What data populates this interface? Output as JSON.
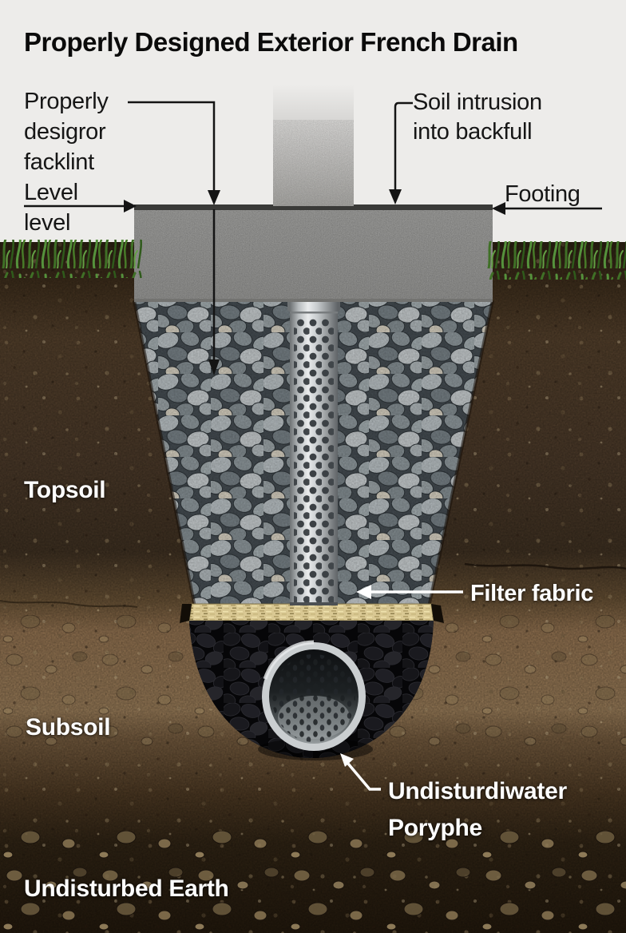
{
  "title": "Properly Designed Exterior French Drain",
  "annotations": {
    "left_note": {
      "lines": [
        "Properly",
        "desigror",
        "facklint",
        "Level",
        "level"
      ]
    },
    "soil_intrusion": {
      "lines": [
        "Soil intrusion",
        "into backfull"
      ]
    },
    "footing": "Footing",
    "filter_fabric": "Filter fabric",
    "pipe_note": {
      "lines": [
        "Undisturdiwater",
        "Poryphe"
      ]
    }
  },
  "layers": {
    "topsoil": "Topsoil",
    "subsoil": "Subsoil",
    "undisturbed_earth": "Undisturbed Earth"
  },
  "icons": {
    "left_note_pointer": "arrow-down",
    "level_pointer": "arrow-right",
    "crack_pointer": "arrow-down",
    "soil_intrusion_pointer": "arrow-down",
    "footing_pointer": "arrow-left",
    "filter_fabric_pointer": "arrow-left",
    "pipe_note_pointer": "arrow-up-left"
  },
  "colors": {
    "sky_background": "#edecea",
    "label_dark": "#161616",
    "label_light": "#ffffff",
    "concrete_gray": "#9c9c9a",
    "footing_top_strip": "#3a3a38",
    "gravel_gray": "#8d9598",
    "filter_fabric_tan": "#d9c893",
    "washed_rock_black": "#0b0b0d",
    "pipe_metal": "#c7cbcd",
    "topsoil_brown": "#4a3929",
    "subsoil_tan": "#876a4b",
    "grass_green": "#4a7d2b"
  }
}
